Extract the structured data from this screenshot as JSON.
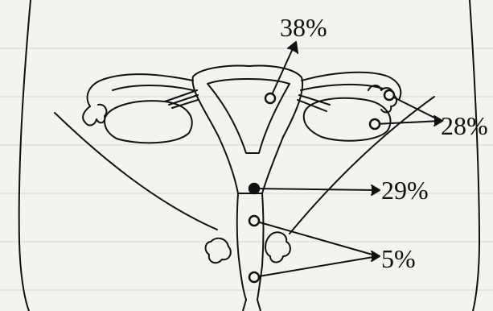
{
  "labels": {
    "fallopian_tube": "38%",
    "ovary": "28%",
    "uterine_body": "29%",
    "cervix": "5%"
  },
  "colors": {
    "ink": "#111111",
    "paper": "#f4f3f0"
  }
}
